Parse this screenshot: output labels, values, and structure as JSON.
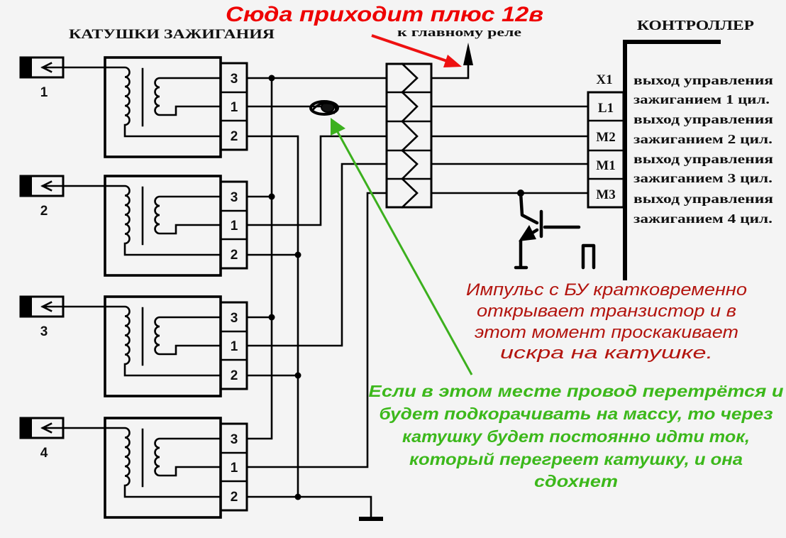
{
  "title": "Сюда приходит плюс 12в",
  "coils_heading": "КАТУШКИ ЗАЖИГАНИЯ",
  "relay_label": "к главному реле",
  "coils": [
    {
      "number": "1",
      "terminals": [
        "3",
        "1",
        "2"
      ]
    },
    {
      "number": "2",
      "terminals": [
        "3",
        "1",
        "2"
      ]
    },
    {
      "number": "3",
      "terminals": [
        "3",
        "1",
        "2"
      ]
    },
    {
      "number": "4",
      "terminals": [
        "3",
        "1",
        "2"
      ]
    }
  ],
  "controller": {
    "heading": "КОНТРОЛЛЕР",
    "connector_label": "X1",
    "pins": [
      "L1",
      "M2",
      "M1",
      "M3"
    ],
    "descriptions": [
      "выход управления",
      "зажиганием 1 цил.",
      "выход управления",
      "зажиганием 2 цил.",
      "выход управления",
      "зажиганием 3 цил.",
      "выход управления",
      "зажиганием 4 цил."
    ]
  },
  "pulse_symbol": "П",
  "annotations": {
    "transistor_note": [
      "Импульс с БУ кратковременно",
      "открывает транзистор и в",
      "этот момент проскакивает",
      "искра на катушке."
    ],
    "fault_note": [
      "Если в этом месте провод перетрётся и",
      "будет подкорачивать на массу, то через",
      "катушку будет постоянно идти ток,",
      "который перегреет катушку, и она",
      "сдохнет"
    ]
  },
  "colors": {
    "title_red": "#ee0000",
    "note_red": "#b3140e",
    "note_green": "#3cb81b",
    "arrow_red": "#ee1111",
    "arrow_green": "#3cb01e",
    "background": "#f4f4f4"
  }
}
